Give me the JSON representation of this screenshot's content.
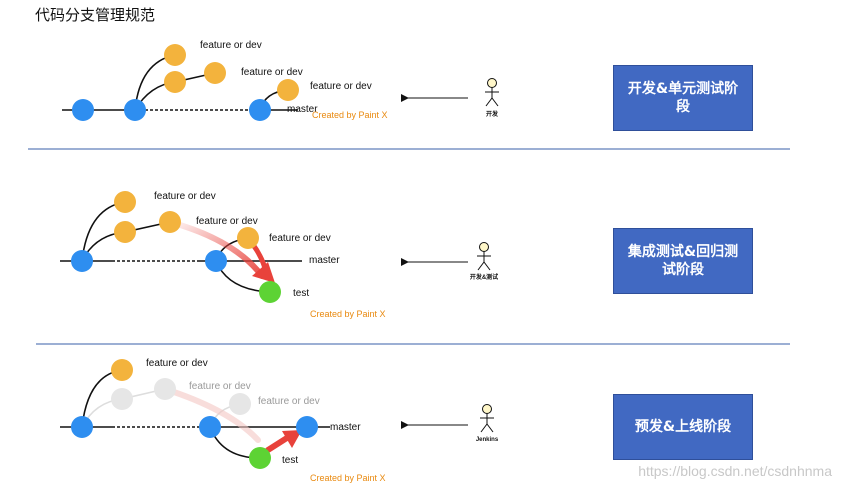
{
  "title": "代码分支管理规范",
  "labels": {
    "feature": "feature or dev",
    "master": "master",
    "test": "test",
    "credit": "Created by Paint X"
  },
  "actors": {
    "dev": "开发",
    "dev_test": "开发&测试",
    "jenkins": "Jenkins"
  },
  "stages": {
    "dev_unit": "开发&单元测试阶段",
    "integration": "集成测试&回归测试阶段",
    "release": "预发&上线阶段"
  },
  "watermark": "https://blog.csdn.net/csdnhnma",
  "colors": {
    "master_node": "#2e8ef0",
    "feature_node": "#f3b33d",
    "test_node": "#5dd334",
    "faded_node": "#e6e6e6",
    "arrow": "#e8423b",
    "stage_box": "#4169c2",
    "divider": "#3a5fa8"
  }
}
